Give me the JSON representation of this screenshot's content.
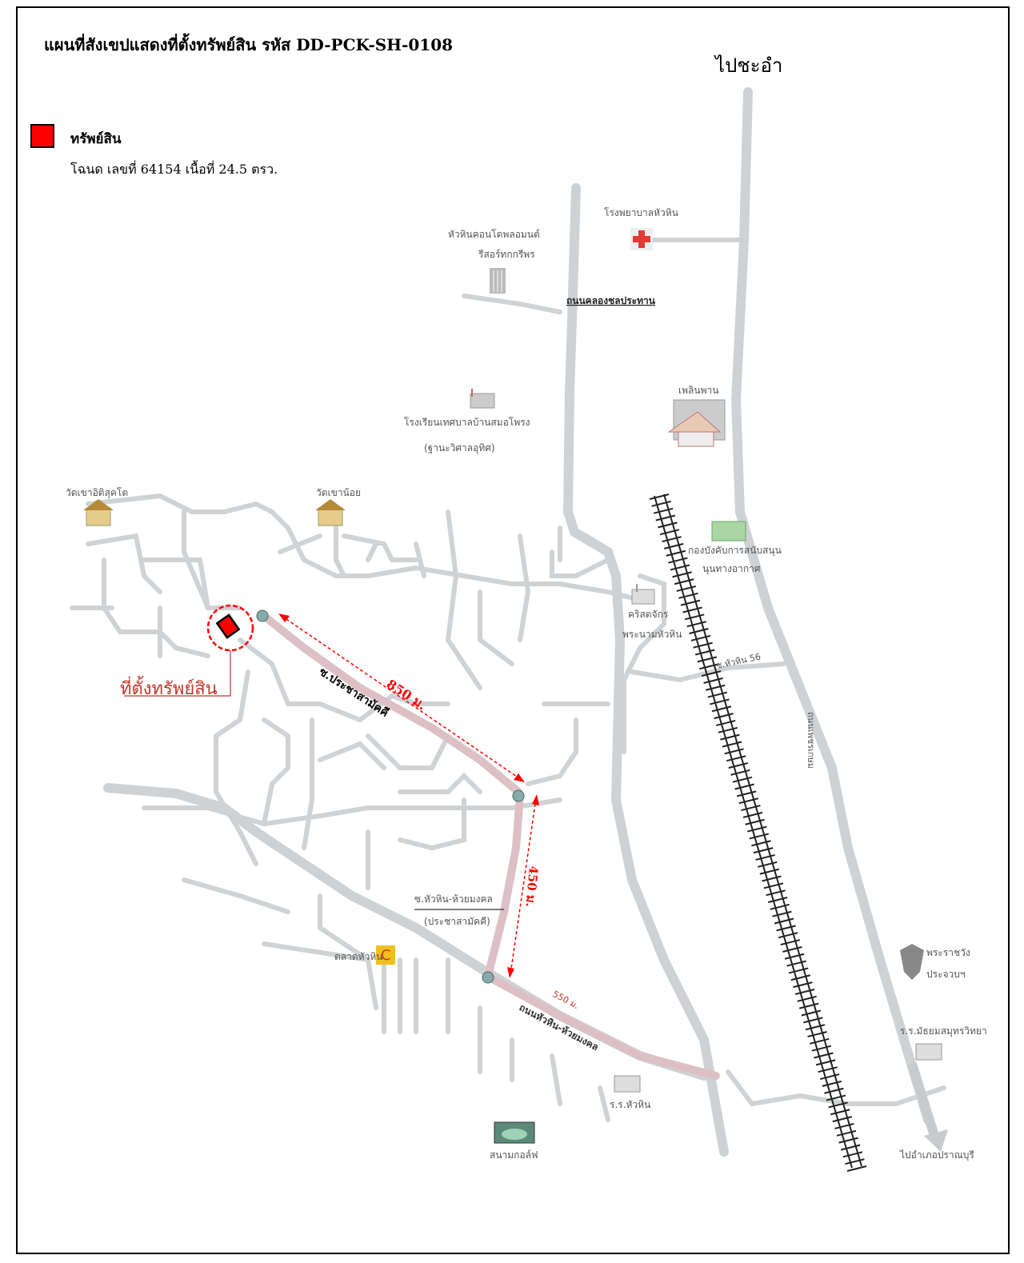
{
  "title": "แผนที่สังเขปแสดงที่ตั้งทรัพย์สิน รหัส DD-PCK-SH-0108",
  "north_label": "ไปชะอำ",
  "legend": {
    "color": "#ff0000",
    "label": "ทรัพย์สิน",
    "deed": "โฉนด เลขที่ 64154 เนื้อที่ 24.5 ตรว."
  },
  "property_label": "ที่ตั้งทรัพย์สิน",
  "roads": {
    "soi_prachasamakkhi": "ซ.ประชาสามัคคี",
    "soi_huahin_huaimongkhon": "ซ.หัวหิน-ห้วยมงคล",
    "prachasamakkhi_paren": "(ประชาสามัคคี)",
    "huahin_huaimongkhon_rd": "ถนนหัวหิน-ห้วยมงคล",
    "khlong_chonprathan_rd": "ถนนคลองชลประทาน",
    "soi_huahin_56": "ซ.หัวหิน 56",
    "phetkasem_rd": "ถนนเพชรเกษม"
  },
  "distances": {
    "d1": "850 ม.",
    "d2": "450 ม.",
    "d3": "550 ม."
  },
  "landmarks": {
    "hospital": "โรงพยาบาลหัวหิน",
    "condo_line1": "หัวหินคอนโดพลอมนต์",
    "condo_line2": "รีสอร์ทกกรีพร",
    "school_line1": "โรงเรียนเทศบาลบ้านสมอโพรง",
    "school_line2": "(ฐานะวิศาลอุทิศ)",
    "ploenpan": "เพลินพาน",
    "wat_1": "วัดเขาอิติสุคโต",
    "wat_2": "วัดเขาน้อย",
    "air_force_line1": "กองบังคับการสนับสนุน",
    "air_force_line2": "นุนทางอากาศ",
    "church_line1": "คริสตจักร",
    "church_line2": "พระนามหัวหิน",
    "market": "ตลาดหัวหิน",
    "palace_line1": "พระราชวัง",
    "palace_line2": "ประจวบฯ",
    "school_2": "ร.ร.มัธยมสมุทรวิทยา",
    "school_3": "ร.ร.หัวหิน",
    "golf": "สนามกอล์ฟ",
    "to_south": "ไปอำเภอปราณบุรี"
  },
  "colors": {
    "road": "#cfd2d4",
    "route": "#d9b8c0",
    "arrow": "#ff0000",
    "text": "#000000",
    "property_text": "#c0392b",
    "railway": "#222222"
  }
}
